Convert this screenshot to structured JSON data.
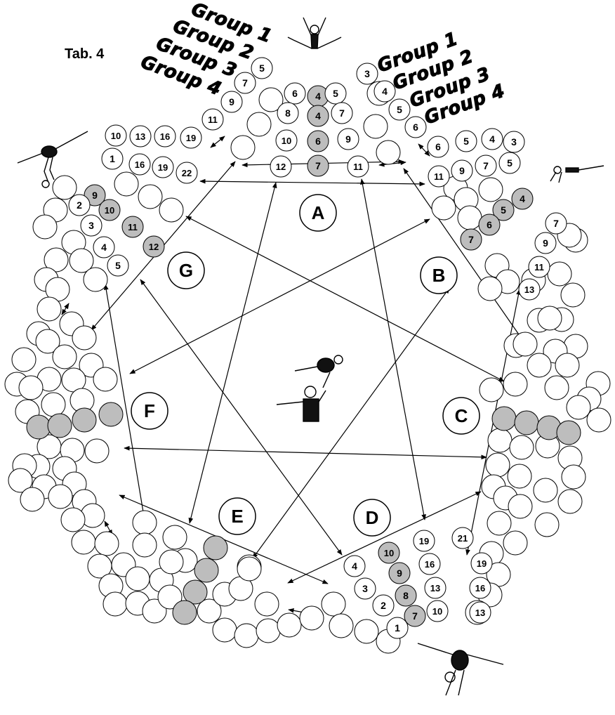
{
  "title": "Tab. 4",
  "group_labels_left": [
    "Group 1",
    "Group 2",
    "Group 3",
    "Group 4"
  ],
  "group_labels_right": [
    "Group 1",
    "Group 2",
    "Group 3",
    "Group 4"
  ],
  "stations": [
    "A",
    "B",
    "C",
    "D",
    "E",
    "F",
    "G"
  ],
  "numbered_circles": [
    {
      "id": "a1",
      "label": "5",
      "grey": false
    },
    {
      "id": "a2",
      "label": "7",
      "grey": false
    },
    {
      "id": "a3",
      "label": "9",
      "grey": false
    },
    {
      "id": "a4",
      "label": "11",
      "grey": false
    },
    {
      "id": "a5",
      "label": "6",
      "grey": false
    },
    {
      "id": "a6",
      "label": "8",
      "grey": false
    },
    {
      "id": "a7",
      "label": "4",
      "grey": true
    },
    {
      "id": "a8",
      "label": "4",
      "grey": true
    },
    {
      "id": "a9",
      "label": "5",
      "grey": false
    },
    {
      "id": "a10",
      "label": "7",
      "grey": false
    },
    {
      "id": "a11",
      "label": "10",
      "grey": false
    },
    {
      "id": "a12",
      "label": "6",
      "grey": true
    },
    {
      "id": "a13",
      "label": "9",
      "grey": false
    },
    {
      "id": "a14",
      "label": "12",
      "grey": false
    },
    {
      "id": "a15",
      "label": "7",
      "grey": true
    },
    {
      "id": "a16",
      "label": "11",
      "grey": false
    },
    {
      "id": "a17",
      "label": "3",
      "grey": false
    },
    {
      "id": "a18",
      "label": "4",
      "grey": false
    },
    {
      "id": "a19",
      "label": "5",
      "grey": false
    },
    {
      "id": "a20",
      "label": "6",
      "grey": false
    },
    {
      "id": "t1",
      "label": "10",
      "grey": false
    },
    {
      "id": "t2",
      "label": "13",
      "grey": false
    },
    {
      "id": "t3",
      "label": "16",
      "grey": false
    },
    {
      "id": "t4",
      "label": "19",
      "grey": false
    },
    {
      "id": "t5",
      "label": "1",
      "grey": false
    },
    {
      "id": "t6",
      "label": "16",
      "grey": false
    },
    {
      "id": "t7",
      "label": "19",
      "grey": false
    },
    {
      "id": "t8",
      "label": "22",
      "grey": false
    },
    {
      "id": "g1",
      "label": "9",
      "grey": true
    },
    {
      "id": "g2",
      "label": "2",
      "grey": false
    },
    {
      "id": "g3",
      "label": "10",
      "grey": true
    },
    {
      "id": "g4",
      "label": "3",
      "grey": false
    },
    {
      "id": "g5",
      "label": "11",
      "grey": true
    },
    {
      "id": "g6",
      "label": "4",
      "grey": false
    },
    {
      "id": "g7",
      "label": "12",
      "grey": true
    },
    {
      "id": "g8",
      "label": "5",
      "grey": false
    },
    {
      "id": "b1",
      "label": "6",
      "grey": false
    },
    {
      "id": "b2",
      "label": "5",
      "grey": false
    },
    {
      "id": "b3",
      "label": "4",
      "grey": false
    },
    {
      "id": "b4",
      "label": "3",
      "grey": false
    },
    {
      "id": "b5",
      "label": "11",
      "grey": false
    },
    {
      "id": "b6",
      "label": "9",
      "grey": false
    },
    {
      "id": "b7",
      "label": "7",
      "grey": false
    },
    {
      "id": "b8",
      "label": "5",
      "grey": false
    },
    {
      "id": "b9",
      "label": "4",
      "grey": true
    },
    {
      "id": "b10",
      "label": "5",
      "grey": true
    },
    {
      "id": "b11",
      "label": "6",
      "grey": true
    },
    {
      "id": "b12",
      "label": "7",
      "grey": true
    },
    {
      "id": "b13",
      "label": "7",
      "grey": false
    },
    {
      "id": "b14",
      "label": "9",
      "grey": false
    },
    {
      "id": "b15",
      "label": "11",
      "grey": false
    },
    {
      "id": "b16",
      "label": "13",
      "grey": false
    },
    {
      "id": "d1",
      "label": "10",
      "grey": true
    },
    {
      "id": "d2",
      "label": "9",
      "grey": true
    },
    {
      "id": "d3",
      "label": "8",
      "grey": true
    },
    {
      "id": "d4",
      "label": "7",
      "grey": true
    },
    {
      "id": "d5",
      "label": "4",
      "grey": false
    },
    {
      "id": "d6",
      "label": "3",
      "grey": false
    },
    {
      "id": "d7",
      "label": "2",
      "grey": false
    },
    {
      "id": "d8",
      "label": "1",
      "grey": false
    },
    {
      "id": "d9",
      "label": "19",
      "grey": false
    },
    {
      "id": "d10",
      "label": "16",
      "grey": false
    },
    {
      "id": "d11",
      "label": "13",
      "grey": false
    },
    {
      "id": "d12",
      "label": "10",
      "grey": false
    },
    {
      "id": "d13",
      "label": "21",
      "grey": false
    },
    {
      "id": "d14",
      "label": "19",
      "grey": false
    },
    {
      "id": "d15",
      "label": "16",
      "grey": false
    },
    {
      "id": "d16",
      "label": "13",
      "grey": false
    }
  ],
  "colors": {
    "line": "#000000",
    "circle_fill": "#ffffff",
    "grey_fill": "#bdbdbd",
    "figure_fill": "#111111"
  }
}
